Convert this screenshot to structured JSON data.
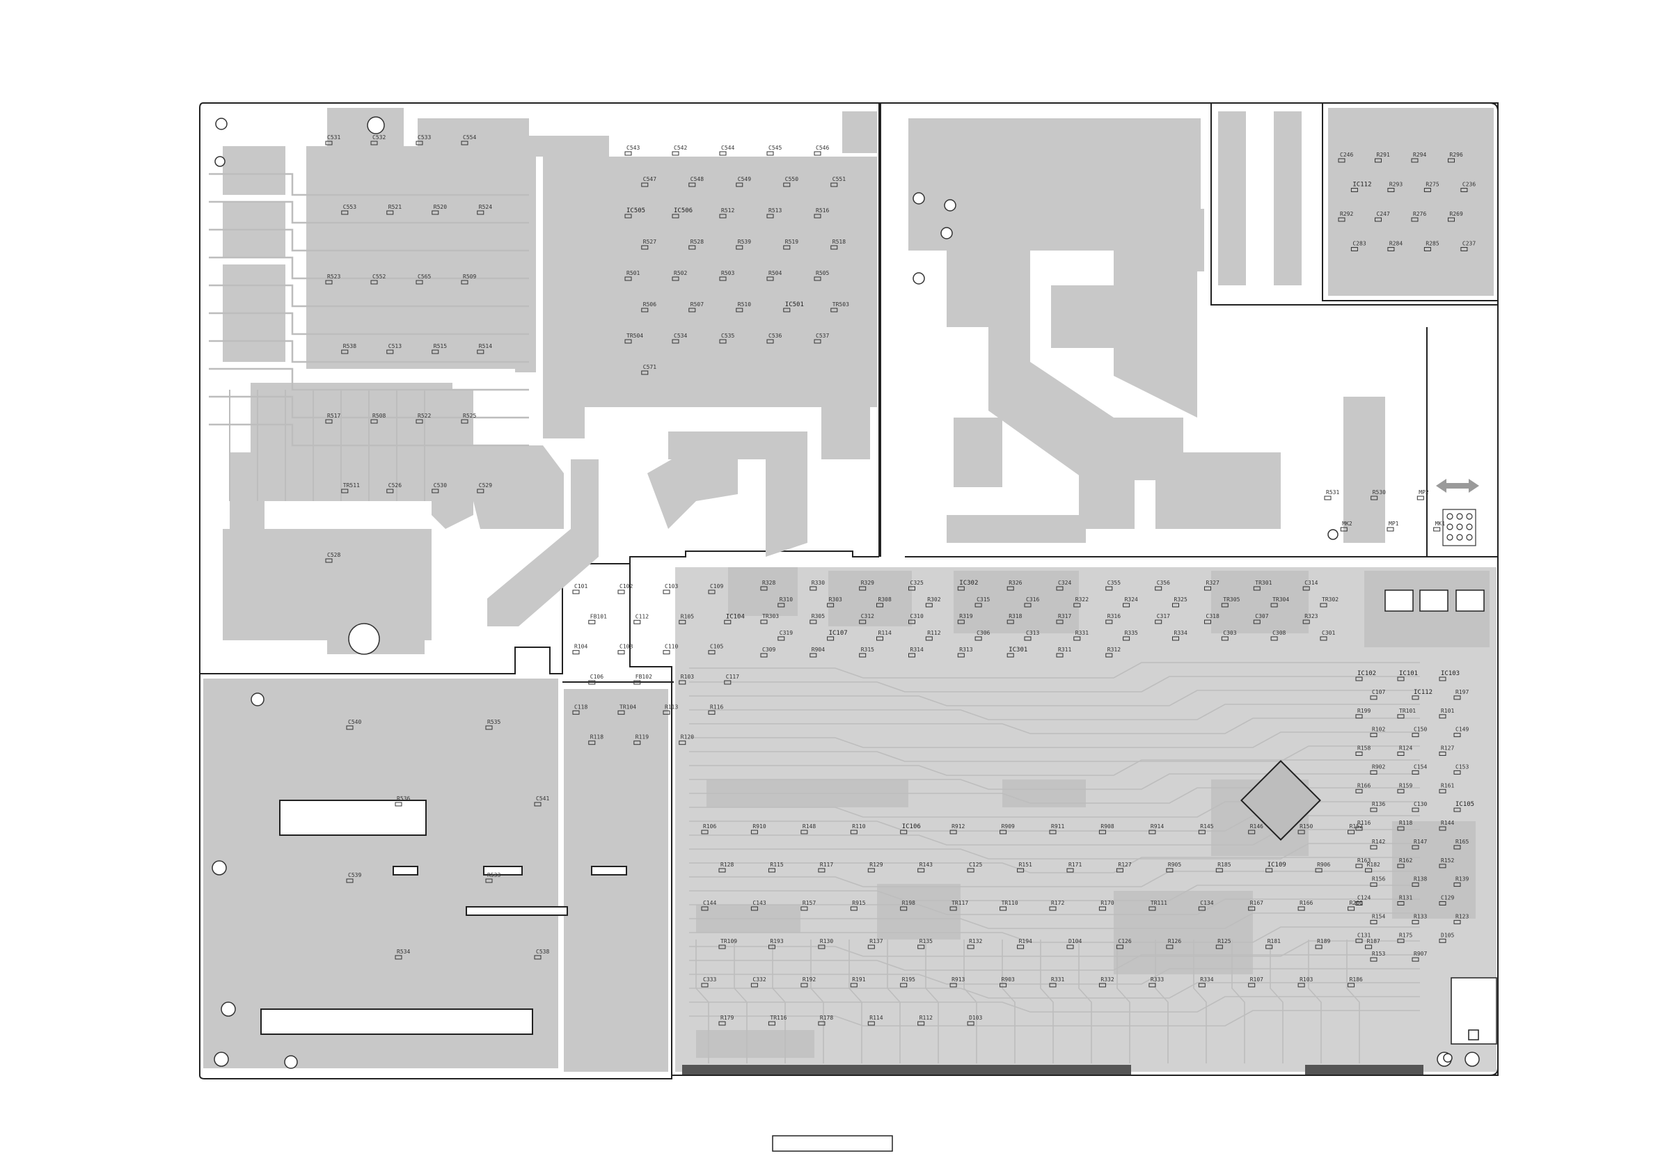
{
  "board": {
    "colors": {
      "background": "#ffffff",
      "copper": "#c8c8c8",
      "copper_dark": "#b4b4b4",
      "outline": "#222222",
      "trace": "#bdbdbd",
      "hole": "#ffffff",
      "arrow": "#9a9a9a"
    }
  },
  "labels": {
    "power_left": [
      "C531",
      "C532",
      "C533",
      "C554",
      "C553",
      "R521",
      "R520",
      "R524",
      "R523",
      "C552",
      "C565",
      "R509",
      "R538",
      "C513",
      "R515",
      "R514",
      "R517",
      "R508",
      "R522",
      "R525",
      "TR511",
      "C526",
      "C530",
      "C529",
      "C528"
    ],
    "power_center": [
      "C543",
      "C542",
      "C544",
      "C545",
      "C546",
      "C547",
      "C548",
      "C549",
      "C550",
      "C551",
      "IC505",
      "IC506",
      "R512",
      "R513",
      "R516",
      "R527",
      "R528",
      "R539",
      "R519",
      "R518",
      "R501",
      "R502",
      "R503",
      "R504",
      "R505",
      "R506",
      "R507",
      "R510",
      "IC501",
      "TR503",
      "TR504",
      "C534",
      "C535",
      "C536",
      "C537",
      "C571"
    ],
    "power_right": [
      "R531",
      "R530",
      "MP2",
      "MK2",
      "MP1",
      "MK1"
    ],
    "top_right": [
      "C246",
      "R291",
      "R294",
      "R296",
      "IC112",
      "R293",
      "R275",
      "C236",
      "R292",
      "C247",
      "R276",
      "R269",
      "C283",
      "R284",
      "R285",
      "C237"
    ],
    "lower_left": [
      "C540",
      "R535",
      "R536",
      "C541",
      "C539",
      "R533",
      "R534",
      "C538"
    ],
    "signal_left": [
      "C101",
      "C102",
      "C103",
      "C109",
      "FB101",
      "C112",
      "R105",
      "IC104",
      "R104",
      "C108",
      "C110",
      "C105",
      "C106",
      "FB102",
      "R103",
      "C117",
      "C118",
      "TR104",
      "R113",
      "R116",
      "R118",
      "R119",
      "R120"
    ],
    "signal_center": [
      "R328",
      "R330",
      "R329",
      "C325",
      "IC302",
      "R326",
      "C324",
      "C355",
      "C356",
      "R327",
      "TR301",
      "C314",
      "R310",
      "R303",
      "R308",
      "R302",
      "C315",
      "C316",
      "R322",
      "R324",
      "R325",
      "TR305",
      "TR304",
      "TR302",
      "TR303",
      "R305",
      "C312",
      "C310",
      "R319",
      "R318",
      "R317",
      "R316",
      "C317",
      "C318",
      "C307",
      "R323",
      "C319",
      "IC107",
      "R114",
      "R112",
      "C306",
      "C313",
      "R331",
      "R335",
      "R334",
      "C303",
      "C308",
      "C301",
      "C309",
      "R904",
      "R315",
      "R314",
      "R313",
      "IC301",
      "R311",
      "R312"
    ],
    "signal_right": [
      "IC102",
      "IC101",
      "IC103",
      "C107",
      "IC112",
      "R197",
      "R199",
      "TR101",
      "R101",
      "R102",
      "C150",
      "C149",
      "R158",
      "R124",
      "R127",
      "R902",
      "C154",
      "C153",
      "R166",
      "R159",
      "R161",
      "R136",
      "C130",
      "IC105",
      "R116",
      "R118",
      "R144",
      "R142",
      "R147",
      "R165",
      "R163",
      "R162",
      "R152",
      "R156",
      "R138",
      "R139",
      "C124",
      "R131",
      "C129",
      "R154",
      "R133",
      "R123",
      "C131",
      "R175",
      "D105",
      "R153",
      "R907"
    ],
    "signal_bottom": [
      "R106",
      "R910",
      "R148",
      "R110",
      "IC106",
      "R912",
      "R909",
      "R911",
      "R908",
      "R914",
      "R145",
      "R146",
      "R150",
      "R152",
      "R128",
      "R115",
      "R117",
      "R129",
      "R143",
      "C125",
      "R151",
      "R171",
      "R127",
      "R905",
      "R185",
      "IC109",
      "R906",
      "R182",
      "C144",
      "C143",
      "R157",
      "R915",
      "R198",
      "TR117",
      "TR110",
      "R172",
      "R170",
      "TR111",
      "C134",
      "R167",
      "R166",
      "R200",
      "TR109",
      "R193",
      "R130",
      "R137",
      "R135",
      "R132",
      "R194",
      "D104",
      "C126",
      "R126",
      "R125",
      "R181",
      "R189",
      "R187",
      "C333",
      "C332",
      "R192",
      "R191",
      "R195",
      "R913",
      "R903",
      "R331",
      "R332",
      "R333",
      "R334",
      "R107",
      "R103",
      "R186",
      "R179",
      "TR116",
      "R178",
      "R114",
      "R112",
      "D103"
    ]
  }
}
